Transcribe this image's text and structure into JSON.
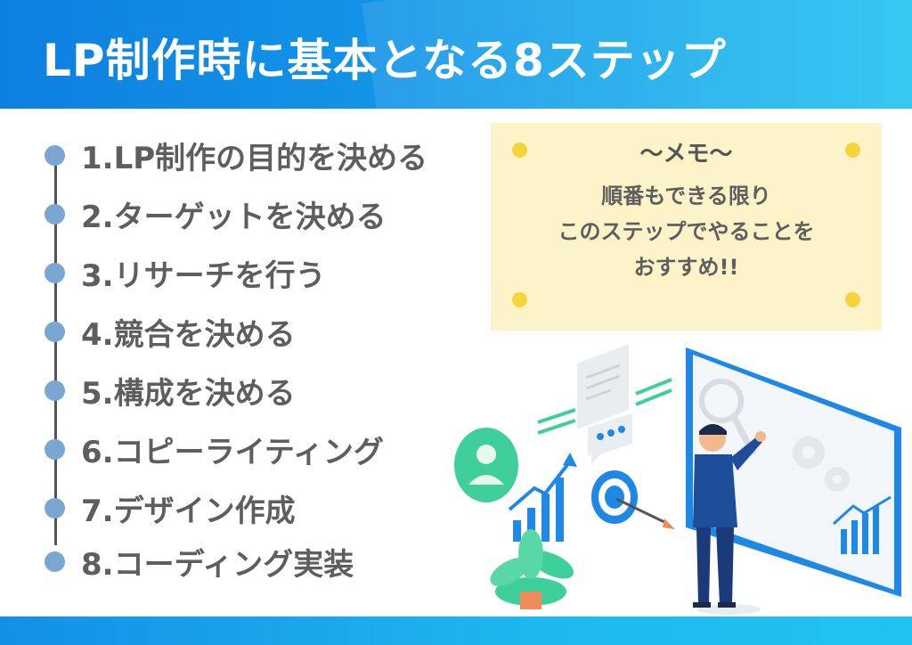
{
  "header": {
    "title": "LP制作時に基本となる8ステップ"
  },
  "steps": [
    {
      "label": "1.LP制作の目的を決める"
    },
    {
      "label": "2.ターゲットを決める"
    },
    {
      "label": "3.リサーチを行う"
    },
    {
      "label": "4.競合を決める"
    },
    {
      "label": "5.構成を決める"
    },
    {
      "label": "6.コピーライティング"
    },
    {
      "label": "7.デザイン作成"
    },
    {
      "label": "8.コーディング実装"
    }
  ],
  "memo": {
    "title": "〜メモ〜",
    "lines": [
      "順番もできる限り",
      "このステップでやることを",
      "おすすめ!!"
    ]
  },
  "colors": {
    "header_start": "#0e7fe0",
    "header_end": "#20c2f0",
    "step_dot": "#7aa7d2",
    "step_text": "#5e5e5e",
    "memo_bg": "#fdf3c9",
    "memo_pin": "#f6d53a"
  }
}
